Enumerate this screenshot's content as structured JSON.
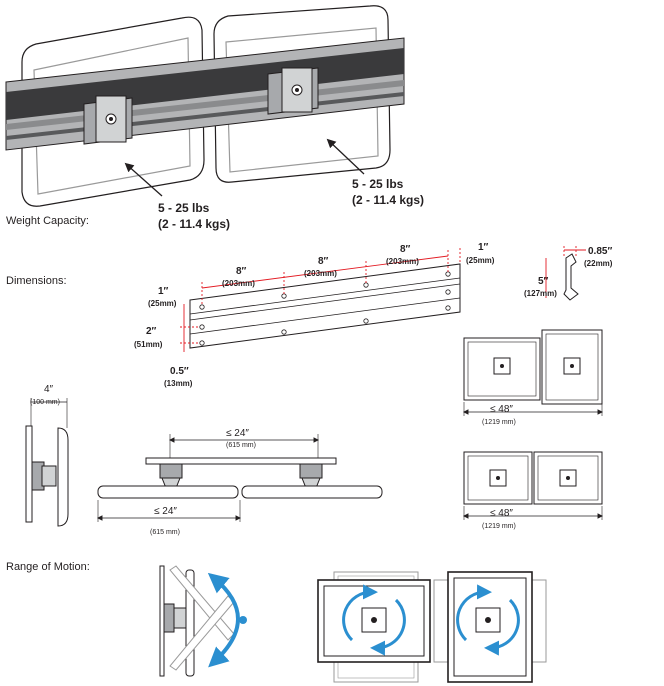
{
  "sections": {
    "weight": "Weight Capacity:",
    "dimensions": "Dimensions:",
    "motion": "Range of Motion:"
  },
  "weight_labels": [
    {
      "lbs": "5 - 25 lbs",
      "kgs": "(2 - 11.4 kgs)"
    },
    {
      "lbs": "5 - 25 lbs",
      "kgs": "(2 - 11.4 kgs)"
    }
  ],
  "rail_dims": {
    "spacing_1": "8″",
    "spacing_1_mm": "(203mm)",
    "spacing_2": "8″",
    "spacing_2_mm": "(203mm)",
    "spacing_3": "8″",
    "spacing_3_mm": "(203mm)",
    "right_end": "1″",
    "right_end_mm": "(25mm)",
    "left_end": "1″",
    "left_end_mm": "(25mm)",
    "height": "2″",
    "height_mm": "(51mm)",
    "bottom": "0.5″",
    "bottom_mm": "(13mm)"
  },
  "profile_dims": {
    "depth": "0.85″",
    "depth_mm": "(22mm)",
    "height": "5″",
    "height_mm": "(127mm)"
  },
  "side_dims": {
    "depth": "4″",
    "depth_mm": "(100 mm)"
  },
  "top_dims": {
    "top_span": "≤ 24″",
    "top_span_mm": "(615 mm)",
    "bottom_span": "≤ 24″",
    "bottom_span_mm": "(615 mm)"
  },
  "pair_dims": {
    "landscape_width": "≤ 48″",
    "landscape_width_mm": "(1219 mm)",
    "portrait_width": "≤ 48″",
    "portrait_width_mm": "(1219 mm)"
  },
  "colors": {
    "line": "#231f20",
    "dimension": "#e31b23",
    "motion": "#2b8fd0",
    "rail": "#6d6e71"
  }
}
